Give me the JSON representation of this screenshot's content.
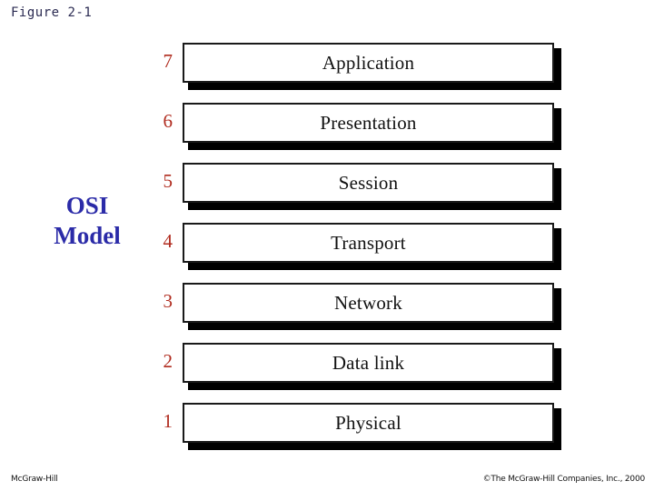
{
  "figure": {
    "caption": "Figure 2-1"
  },
  "title_block": {
    "line1": "OSI",
    "line2": "Model"
  },
  "colors": {
    "background": "#ffffff",
    "caption_text": "#2b2b52",
    "title_text": "#2b2bA8",
    "layer_number": "#b02b1e",
    "layer_text": "#111111",
    "box_border": "#1a1a1a",
    "box_fill": "#ffffff",
    "box_shadow": "#000000"
  },
  "layers": [
    {
      "number": "7",
      "name": "Application"
    },
    {
      "number": "6",
      "name": "Presentation"
    },
    {
      "number": "5",
      "name": "Session"
    },
    {
      "number": "4",
      "name": "Transport"
    },
    {
      "number": "3",
      "name": "Network"
    },
    {
      "number": "2",
      "name": "Data link"
    },
    {
      "number": "1",
      "name": "Physical"
    }
  ],
  "footer": {
    "left": "McGraw-Hill",
    "right": "©The McGraw-Hill Companies, Inc., 2000"
  }
}
